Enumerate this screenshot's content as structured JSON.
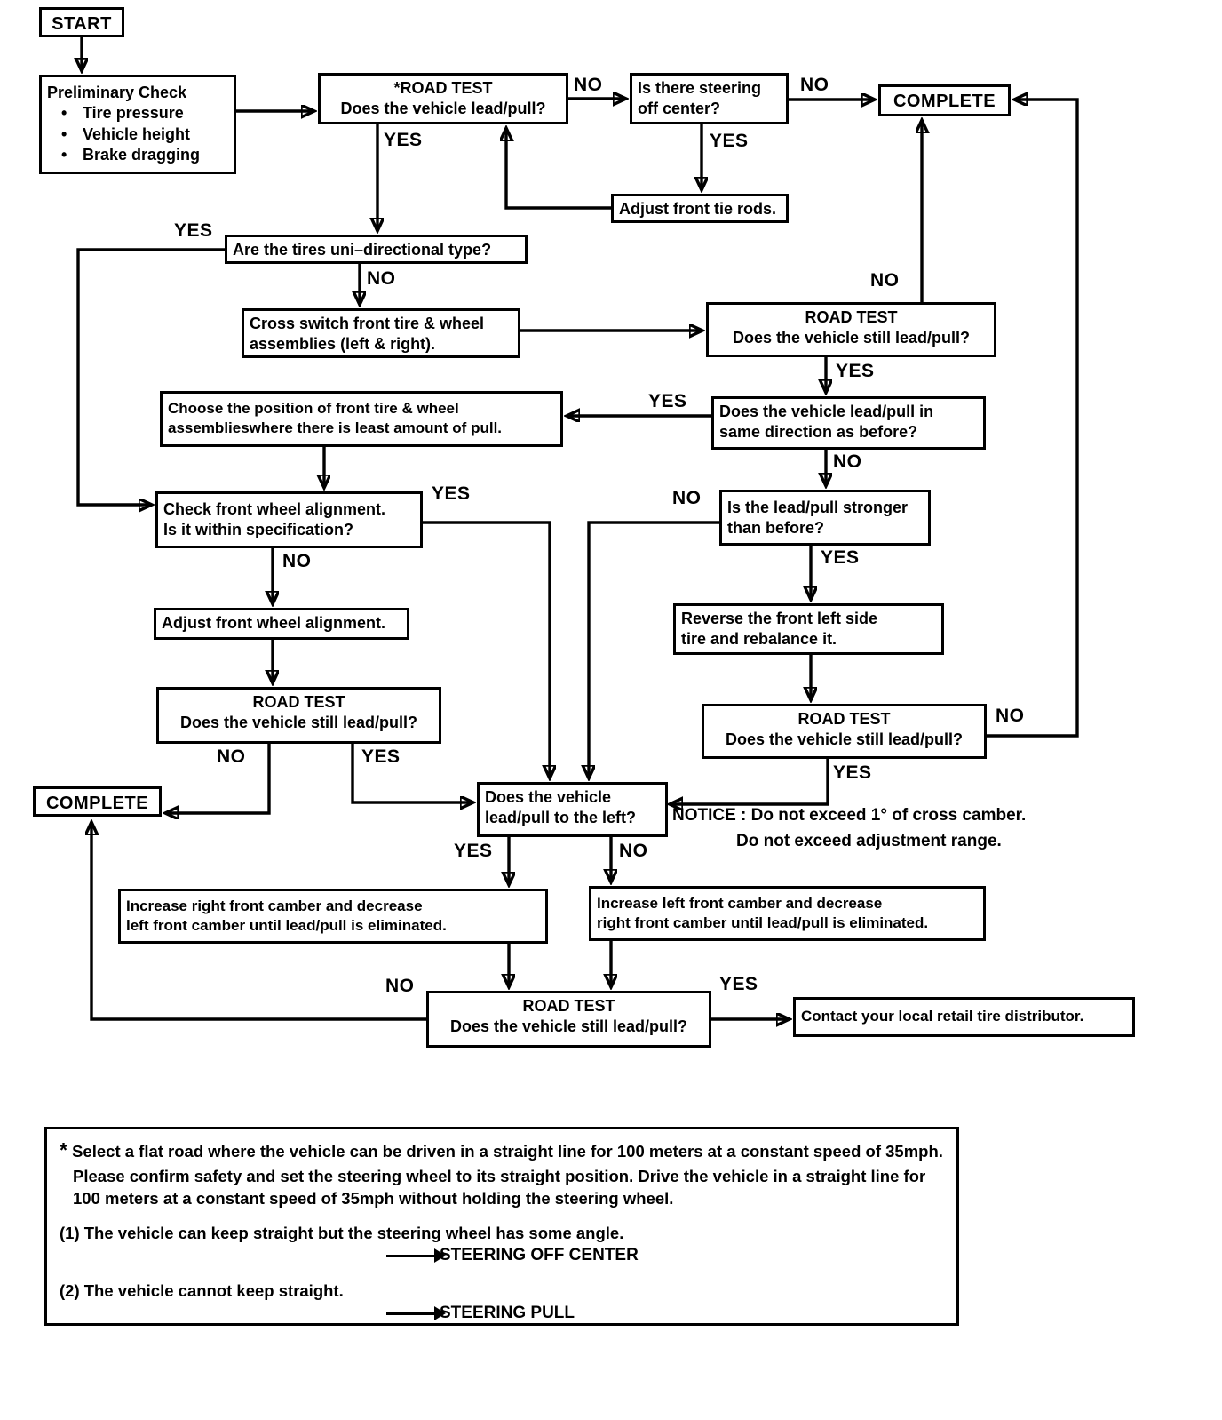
{
  "diagram": {
    "edge_labels": {
      "yes": "YES",
      "no": "NO"
    },
    "nodes": {
      "start": {
        "label": "START"
      },
      "preliminary_check": {
        "title": "Preliminary Check",
        "bullets": [
          "Tire pressure",
          "Vehicle height",
          "Brake dragging"
        ]
      },
      "road_test_initial": {
        "line1": "*ROAD TEST",
        "line2": "Does the vehicle lead/pull?"
      },
      "steering_off_center": {
        "line1": "Is there steering",
        "line2": "off center?"
      },
      "complete_top": {
        "label": "COMPLETE"
      },
      "adjust_tie_rods": {
        "line1": "Adjust front tie rods."
      },
      "tires_unidirectional": {
        "line1": "Are the tires uni–directional type?"
      },
      "cross_switch": {
        "line1": "Cross switch front tire & wheel",
        "line2": "assemblies (left & right)."
      },
      "road_test_2": {
        "line1": "ROAD TEST",
        "line2": "Does the vehicle still lead/pull?"
      },
      "same_direction": {
        "line1": "Does the vehicle lead/pull in",
        "line2": "same direction as before?"
      },
      "choose_position": {
        "line1": "Choose the position of front tire & wheel",
        "line2": "assemblieswhere there is least amount of pull."
      },
      "lead_pull_stronger": {
        "line1": "Is the lead/pull stronger",
        "line2": "than before?"
      },
      "check_alignment": {
        "line1": "Check front wheel alignment.",
        "line2": "Is it within specification?"
      },
      "adjust_alignment": {
        "line1": "Adjust front wheel alignment."
      },
      "reverse_tire": {
        "line1": "Reverse the front left side",
        "line2": "tire and rebalance it."
      },
      "road_test_3": {
        "line1": "ROAD TEST",
        "line2": "Does the vehicle still lead/pull?"
      },
      "road_test_4": {
        "line1": "ROAD TEST",
        "line2": "Does the vehicle still lead/pull?"
      },
      "complete_left": {
        "label": "COMPLETE"
      },
      "lead_pull_left": {
        "line1": "Does the vehicle",
        "line2": "lead/pull to the left?"
      },
      "increase_right_camber": {
        "line1": "Increase right front camber and decrease",
        "line2": "left front camber until lead/pull is eliminated."
      },
      "increase_left_camber": {
        "line1": "Increase left front camber and decrease",
        "line2": "right front camber until lead/pull is eliminated."
      },
      "road_test_final": {
        "line1": "ROAD TEST",
        "line2": "Does the vehicle still lead/pull?"
      },
      "contact_distributor": {
        "line1": "Contact your local retail tire distributor."
      }
    },
    "notice": {
      "line1": "NOTICE :  Do not exceed 1° of cross camber.",
      "line2": "Do not exceed adjustment range."
    },
    "footnote": {
      "asterisk": "*",
      "note": "Select a flat road where the vehicle can be driven in a straight line for 100 meters at a constant speed of 35mph. Please confirm safety and set the steering wheel to its straight position. Drive the vehicle in a straight line for 100 meters at a constant speed of 35mph without holding the steering wheel.",
      "case1": "(1) The vehicle can keep straight but the steering wheel has some angle.",
      "case1_result": "STEERING OFF CENTER",
      "case2": "(2) The vehicle cannot keep straight.",
      "case2_result": "STEERING PULL"
    }
  }
}
